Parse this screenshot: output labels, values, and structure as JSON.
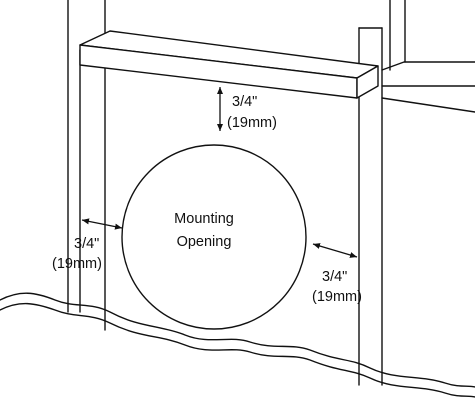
{
  "diagram": {
    "opening_label": [
      "Mounting",
      "Opening"
    ],
    "clearance_top": {
      "fraction": "3/4\"",
      "metric": "(19mm)"
    },
    "clearance_left": {
      "fraction": "3/4\"",
      "metric": "(19mm)"
    },
    "clearance_right": {
      "fraction": "3/4\"",
      "metric": "(19mm)"
    }
  }
}
